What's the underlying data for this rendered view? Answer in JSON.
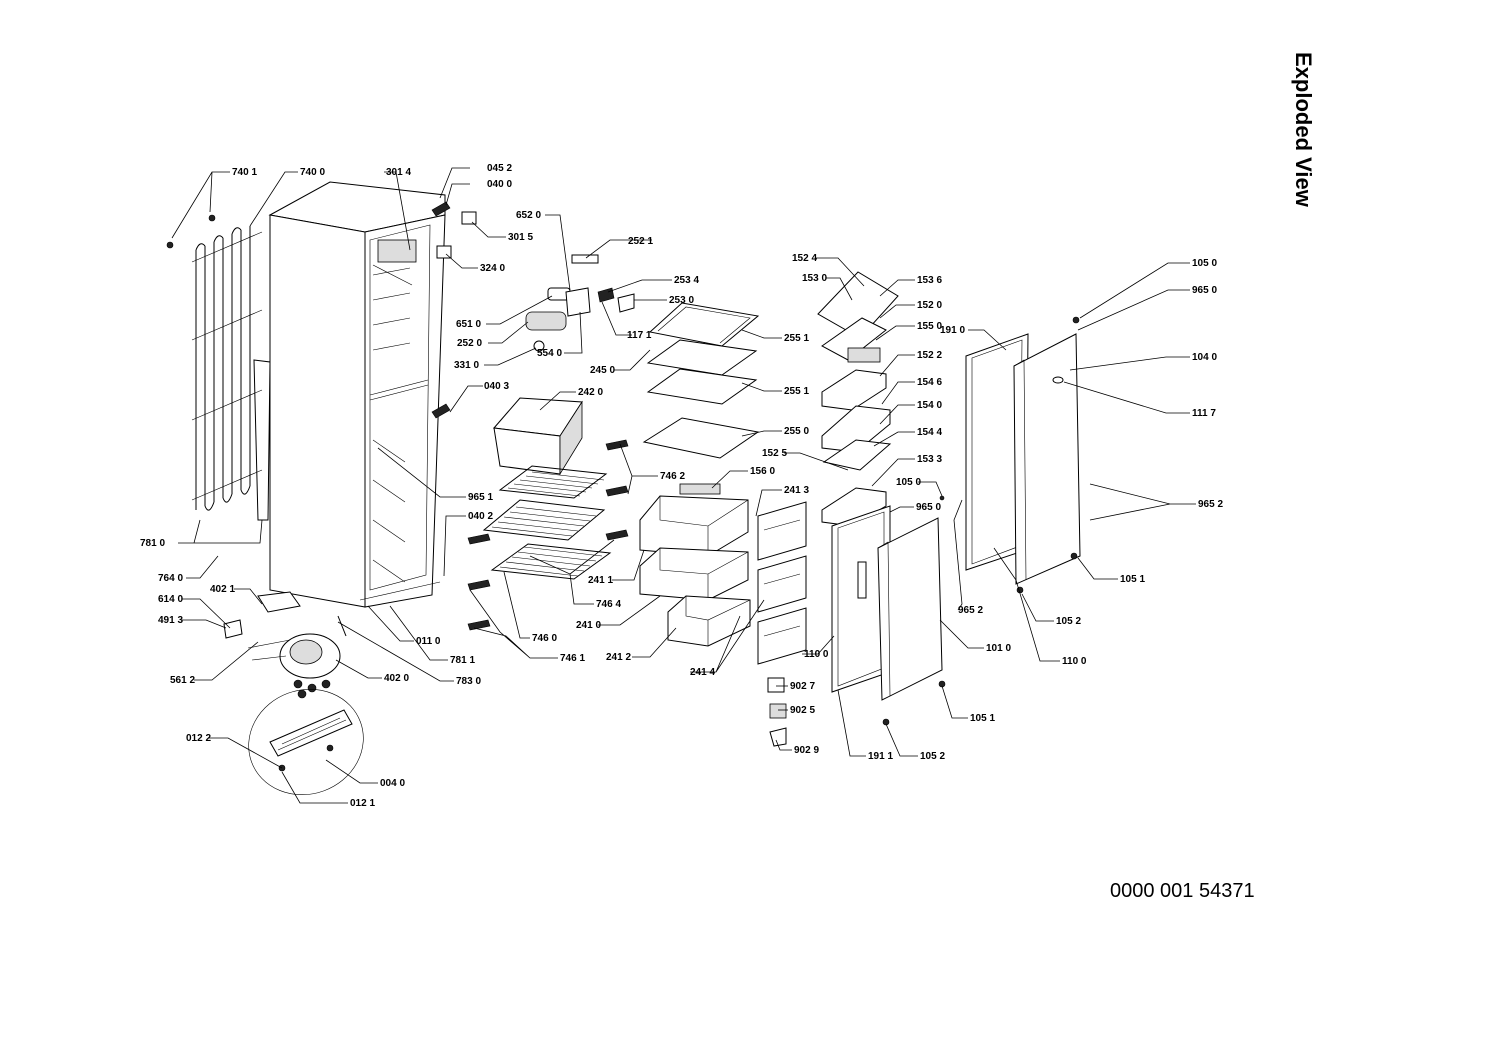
{
  "title": "Exploded View",
  "document_number": "0000 001 54371",
  "labels": [
    "740 1",
    "740 0",
    "301 4",
    "045 2",
    "040 0",
    "301 5",
    "324 0",
    "252 1",
    "652 0",
    "253 4",
    "253 0",
    "651 0",
    "252 0",
    "331 0",
    "554 0",
    "117 1",
    "245 0",
    "255 1",
    "255 1",
    "040 3",
    "242 0",
    "255 0",
    "965 1",
    "746 2",
    "156 0",
    "152 5",
    "040 2",
    "241 3",
    "241 1",
    "746 4",
    "241 0",
    "746 0",
    "241 2",
    "746 1",
    "781 0",
    "764 0",
    "402 1",
    "614 0",
    "491 3",
    "011 0",
    "781 1",
    "561 2",
    "402 0",
    "783 0",
    "012 2",
    "004 0",
    "012 1",
    "152 4",
    "153 0",
    "153 6",
    "152 0",
    "155 0",
    "152 2",
    "154 6",
    "154 0",
    "154 4",
    "153 3",
    "105 0",
    "965 0",
    "191 0",
    "104 0",
    "111 7",
    "965 2",
    "105 1",
    "105 2",
    "110 0",
    "101 0",
    "965 2",
    "241 4",
    "110 0",
    "902 7",
    "902 5",
    "902 9",
    "191 1",
    "105 2",
    "105 1",
    "105 0",
    "965 0"
  ]
}
